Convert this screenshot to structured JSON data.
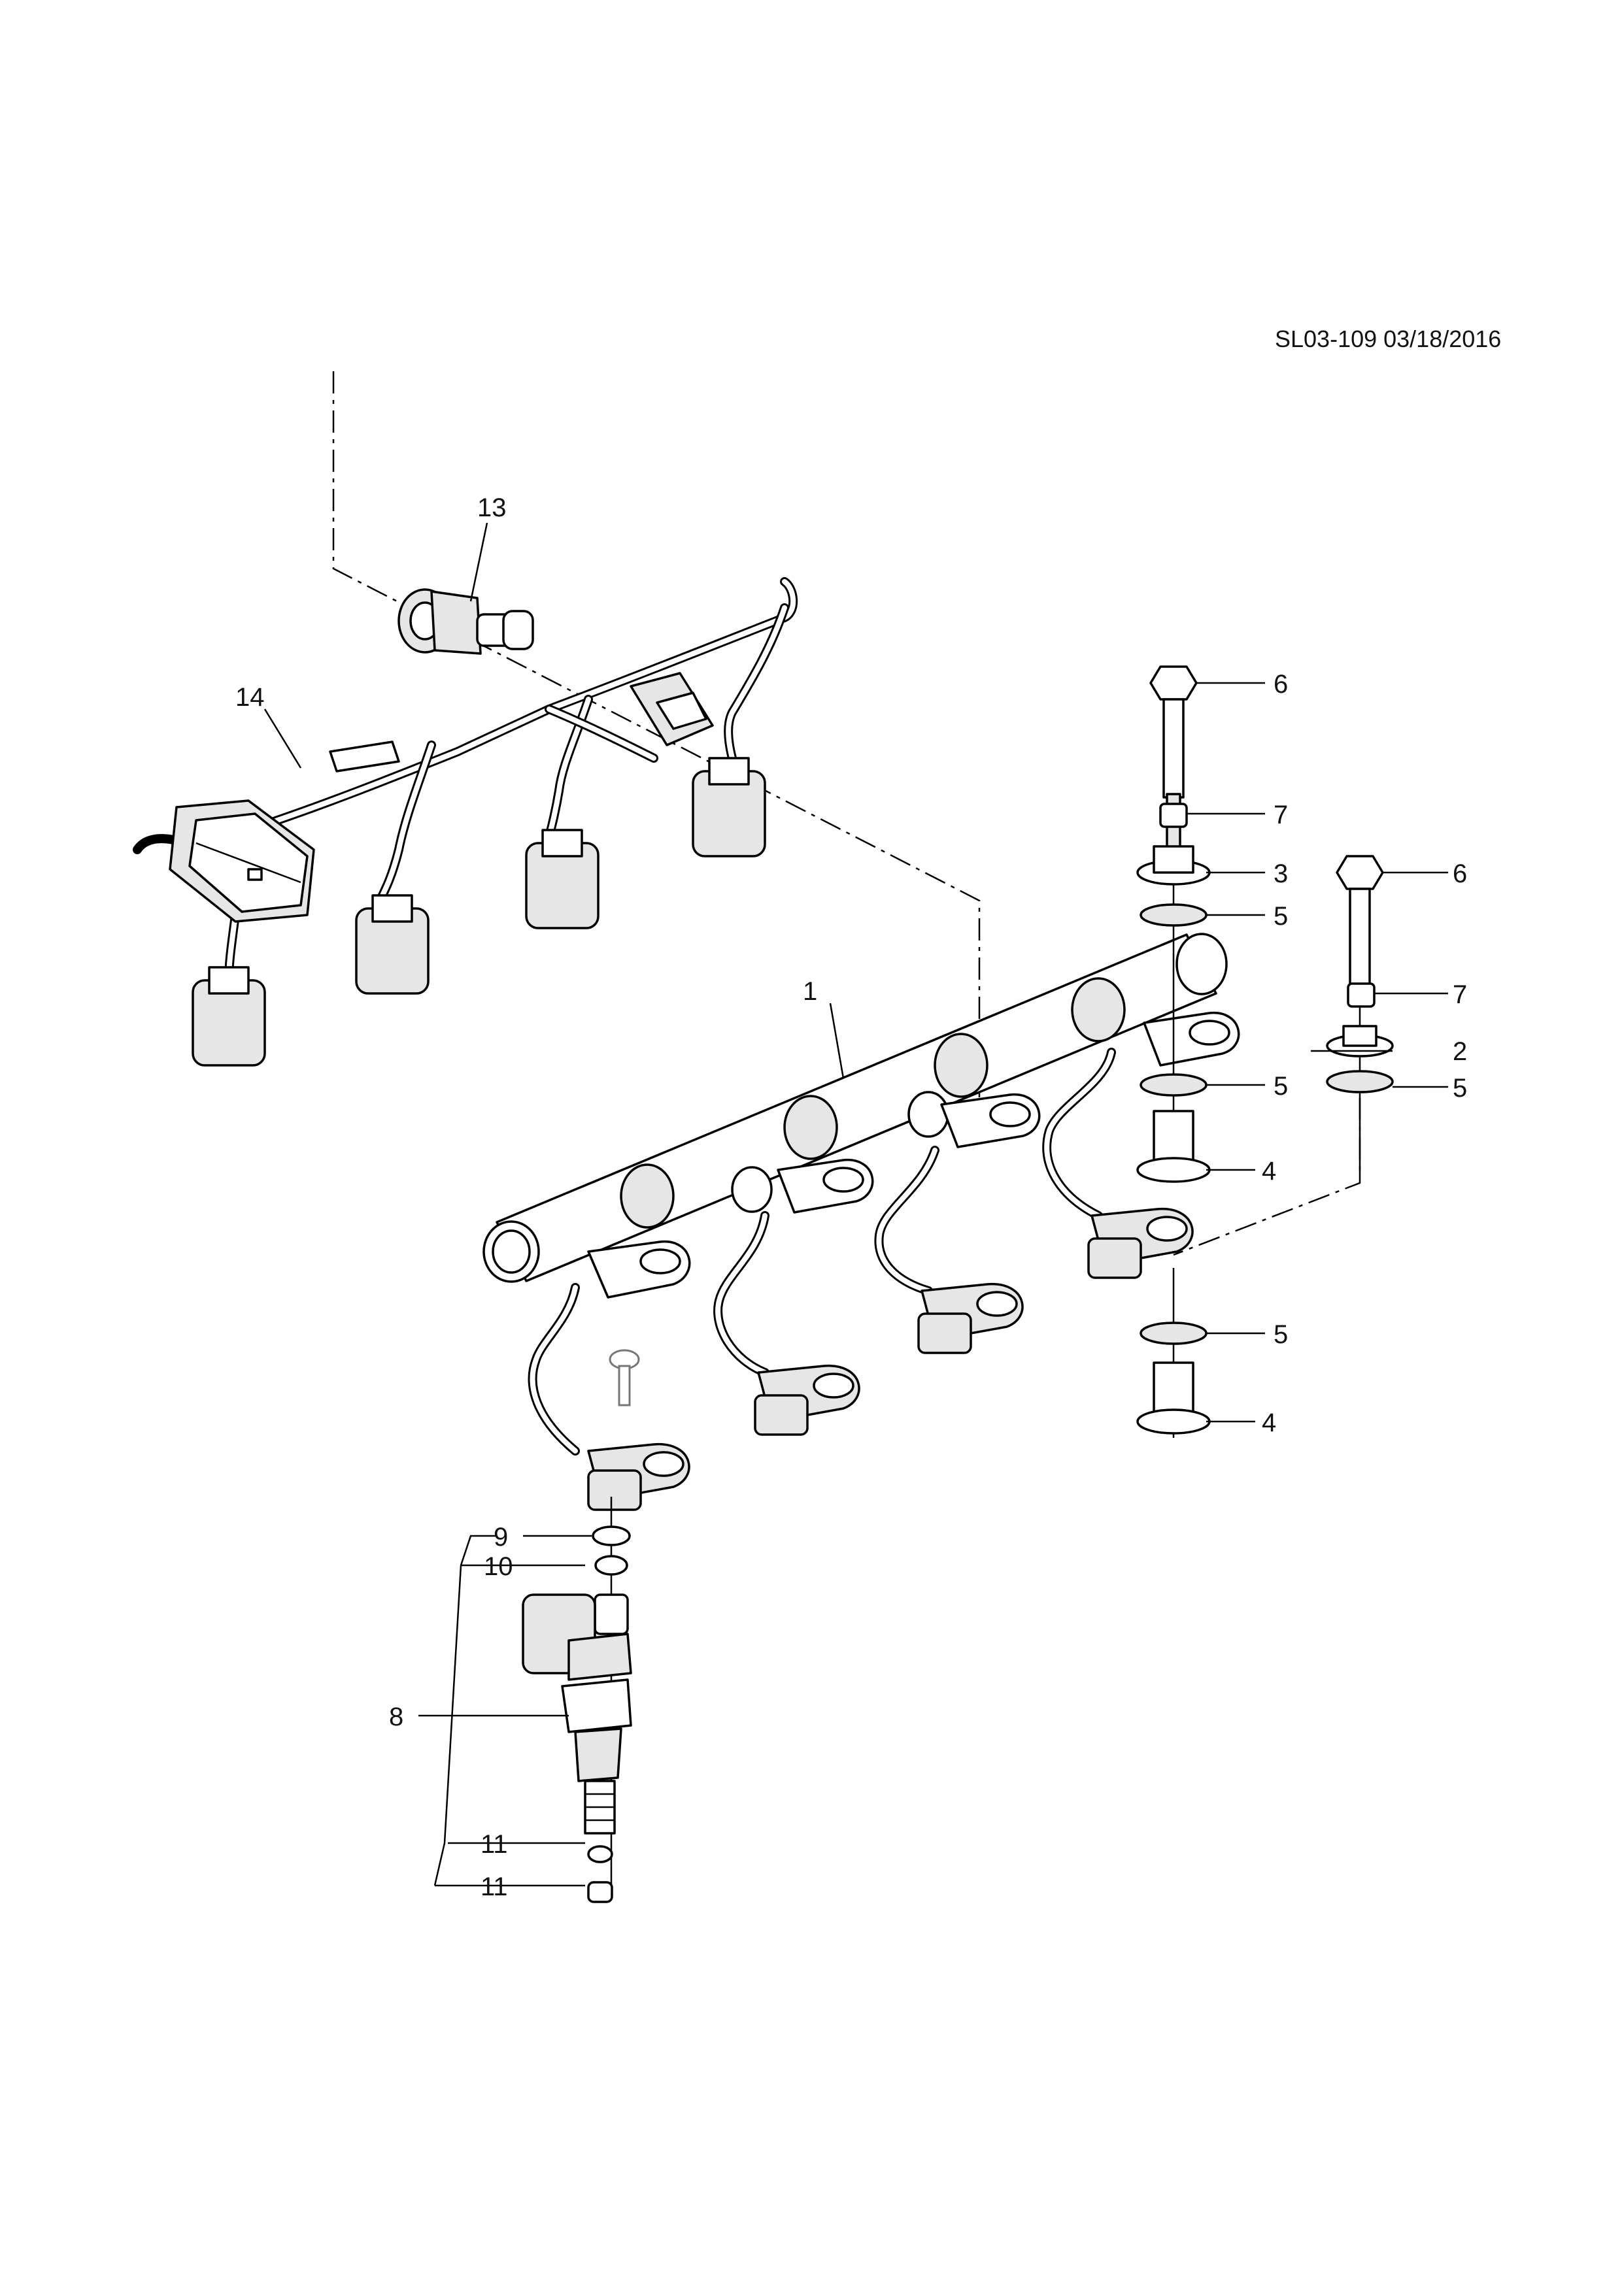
{
  "document": {
    "reference": "SL03-109 03/18/2016"
  },
  "callouts": [
    {
      "key": "p1",
      "label": "1"
    },
    {
      "key": "p2",
      "label": "2"
    },
    {
      "key": "p3",
      "label": "3"
    },
    {
      "key": "p4a",
      "label": "4"
    },
    {
      "key": "p4b",
      "label": "4"
    },
    {
      "key": "p5a",
      "label": "5"
    },
    {
      "key": "p5b",
      "label": "5"
    },
    {
      "key": "p5c",
      "label": "5"
    },
    {
      "key": "p5d",
      "label": "5"
    },
    {
      "key": "p6a",
      "label": "6"
    },
    {
      "key": "p6b",
      "label": "6"
    },
    {
      "key": "p7a",
      "label": "7"
    },
    {
      "key": "p7b",
      "label": "7"
    },
    {
      "key": "p8",
      "label": "8"
    },
    {
      "key": "p9",
      "label": "9"
    },
    {
      "key": "p10",
      "label": "10"
    },
    {
      "key": "p11a",
      "label": "11"
    },
    {
      "key": "p11b",
      "label": "11"
    },
    {
      "key": "p13",
      "label": "13"
    },
    {
      "key": "p14",
      "label": "14"
    }
  ]
}
